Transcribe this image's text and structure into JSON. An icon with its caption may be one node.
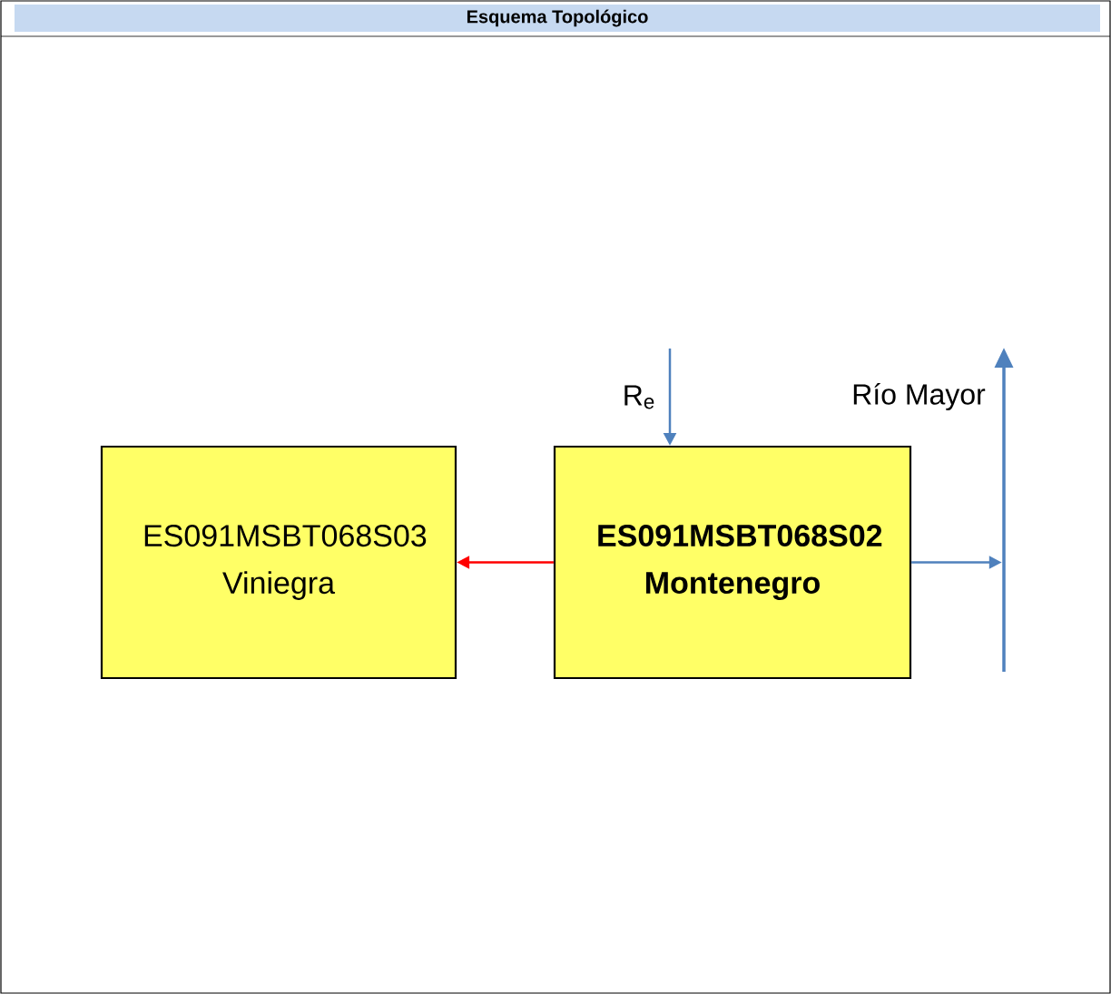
{
  "diagram": {
    "title": "Esquema Topológico",
    "nodes": [
      {
        "text": [
          "ES091MSBT068S03 Viniegra"
        ]
      },
      {
        "text": [
          "ES091MSBT068S02 Montenegro"
        ]
      },
      {
        "text": [],
        "shape": "bar",
        "beside": [
          "Río Mayor"
        ]
      }
    ],
    "edges": [
      {
        "from": 1,
        "to": 0,
        "arrow": "to",
        "color": "#ff0000"
      },
      {
        "from": 1,
        "to": 2,
        "arrow": "to"
      },
      {
        "from": null,
        "to": 1,
        "arrow": "to",
        "label": "R$_{e}$"
      }
    ]
  }
}
